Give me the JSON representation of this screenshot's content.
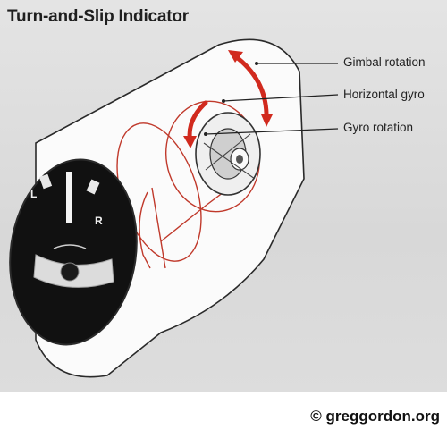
{
  "title": "Turn-and-Slip Indicator",
  "callouts": [
    {
      "label": "Gimbal rotation"
    },
    {
      "label": "Horizontal gyro"
    },
    {
      "label": "Gyro rotation"
    }
  ],
  "dial": {
    "left_mark": "L",
    "right_mark": "R"
  },
  "copyright": "© greggordon.org",
  "colors": {
    "gyro_red": "#c0392b",
    "arrow_red": "#d12a1e",
    "dial_black": "#111111",
    "housing": "#fbfbfb"
  }
}
